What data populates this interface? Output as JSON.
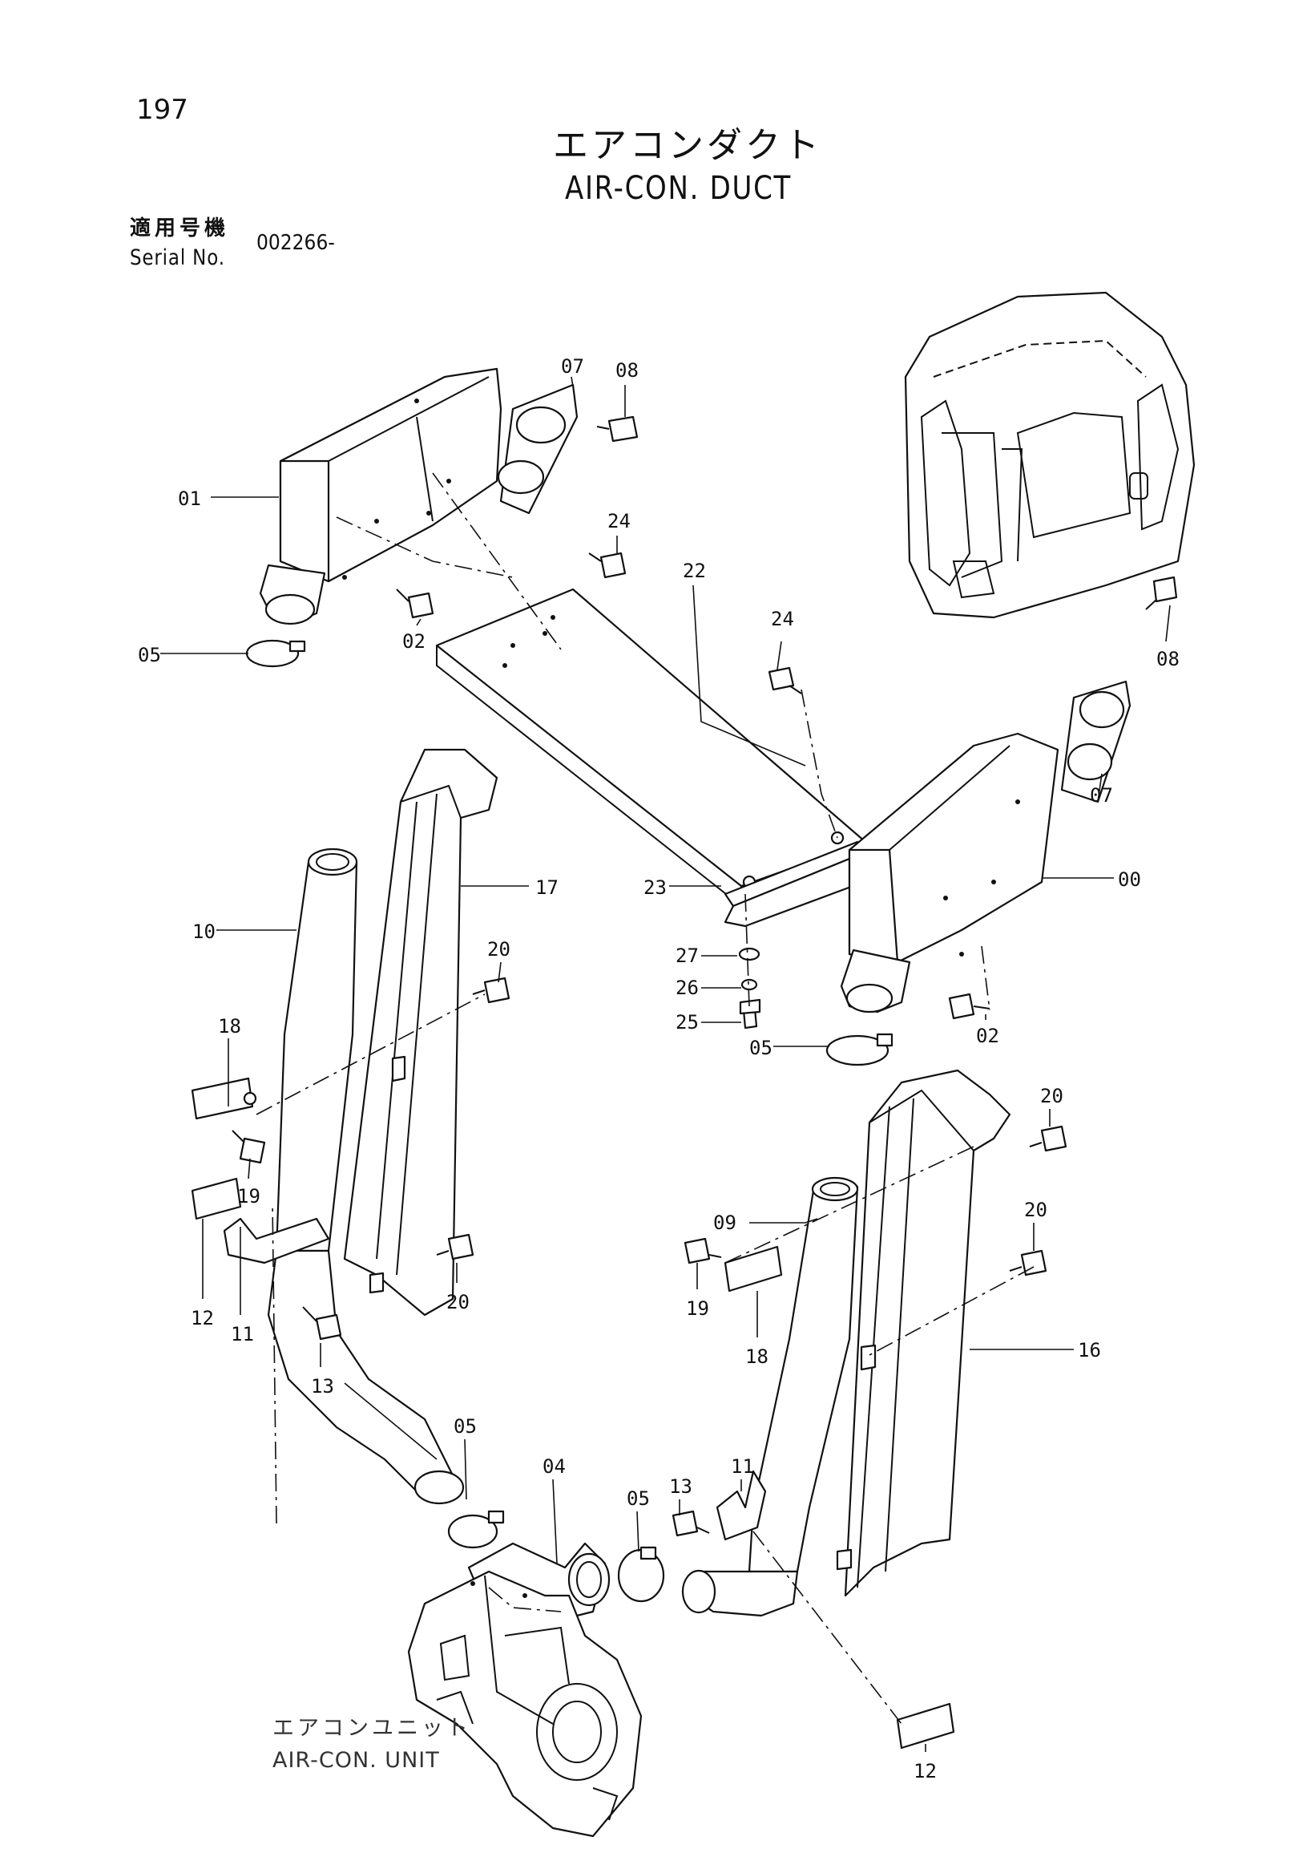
{
  "page_number": "197",
  "title_ja": "エアコンダクト",
  "title_en": "AIR-CON. DUCT",
  "serial": {
    "label_ja": "適用号機",
    "label_en": "Serial No.",
    "value": "002266-"
  },
  "unit_label": {
    "ja": "エアコンユニット",
    "en": "AIR-CON. UNIT"
  },
  "callouts": {
    "c01": "01",
    "c07a": "07",
    "c08a": "08",
    "c02a": "02",
    "c05a": "05",
    "c24a": "24",
    "c22": "22",
    "c24b": "24",
    "c08b": "08",
    "c07b": "07",
    "c17": "17",
    "c10": "10",
    "c20a": "20",
    "c23": "23",
    "c00": "00",
    "c27": "27",
    "c26": "26",
    "c25": "25",
    "c18a": "18",
    "c19a": "19",
    "c02b": "02",
    "c05b": "05",
    "c20b": "20",
    "c20c": "20",
    "c20d": "20",
    "c12a": "12",
    "c11a": "11",
    "c13a": "13",
    "c09": "09",
    "c19b": "19",
    "c18b": "18",
    "c16": "16",
    "c05c": "05",
    "c04": "04",
    "c05d": "05",
    "c13b": "13",
    "c11b": "11",
    "c12b": "12"
  },
  "icons": [
    "cab-icon",
    "duct-icon",
    "hose-icon",
    "clamp-icon",
    "bolt-icon",
    "bracket-icon",
    "air-con-unit-icon"
  ]
}
